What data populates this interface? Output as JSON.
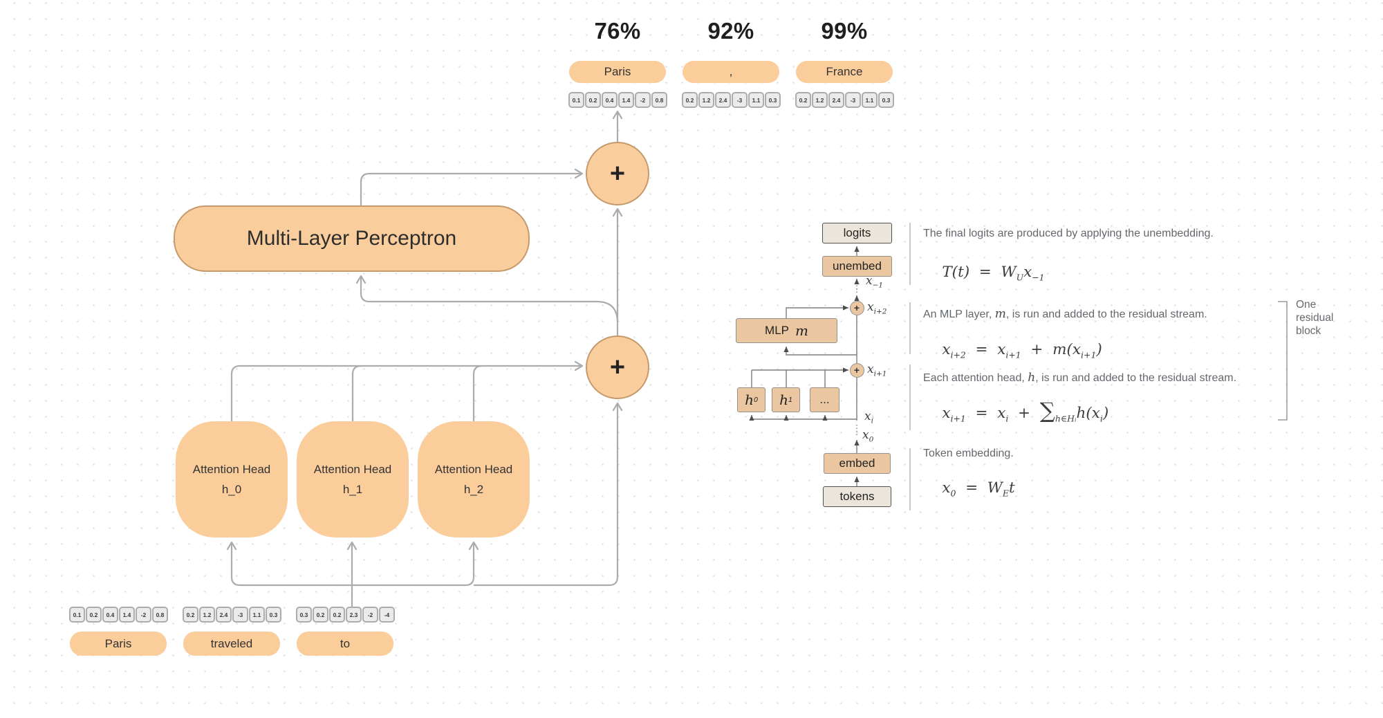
{
  "predictions": [
    {
      "prob": "76%",
      "token": "Paris",
      "cells": [
        "0.1",
        "0.2",
        "0.4",
        "1.4",
        "-2",
        "0.8"
      ]
    },
    {
      "prob": "92%",
      "token": ",",
      "cells": [
        "0.2",
        "1.2",
        "2.4",
        "-3",
        "1.1",
        "0.3"
      ]
    },
    {
      "prob": "99%",
      "token": "France",
      "cells": [
        "0.2",
        "1.2",
        "2.4",
        "-3",
        "1.1",
        "0.3"
      ]
    }
  ],
  "inputs": [
    {
      "token": "Paris",
      "cells": [
        "0.1",
        "0.2",
        "0.4",
        "1.4",
        "-2",
        "0.8"
      ]
    },
    {
      "token": "traveled",
      "cells": [
        "0.2",
        "1.2",
        "2.4",
        "-3",
        "1.1",
        "0.3"
      ]
    },
    {
      "token": "to",
      "cells": [
        "0.3",
        "0.2",
        "0.2",
        "2.3",
        "-2",
        "-4"
      ]
    }
  ],
  "blocks": {
    "plus": "+",
    "mlp_label": "Multi-Layer Perceptron",
    "heads": [
      {
        "line1": "Attention Head",
        "line2": "h_0"
      },
      {
        "line1": "Attention Head",
        "line2": "h_1"
      },
      {
        "line1": "Attention Head",
        "line2": "h_2"
      }
    ]
  },
  "residual_diagram": {
    "plus": "+",
    "boxes": {
      "logits": "logits",
      "unembed": "unembed",
      "mlp": "MLP",
      "mlp_var": "m",
      "h0_t": "h",
      "h0_s": "0",
      "h1_t": "h",
      "h1_s": "1",
      "dots": "...",
      "embed": "embed",
      "tokens": "tokens"
    },
    "stream_labels": {
      "xm1": {
        "t": "x",
        "s": "−1"
      },
      "xi2": {
        "t": "x",
        "s": "i+2"
      },
      "xi1": {
        "t": "x",
        "s": "i+1"
      },
      "xi": {
        "t": "x",
        "s": "i"
      },
      "x0": {
        "t": "x",
        "s": "0"
      }
    },
    "bracket_label": "One residual block"
  },
  "annotations": [
    {
      "pre": "The final logits are produced by applying the unembedding.",
      "var": "",
      "post": "",
      "formula": [
        {
          "t": "T(t)",
          "s": ""
        },
        {
          "t": "  =  ",
          "s": ""
        },
        {
          "t": "W",
          "s": "U"
        },
        {
          "t": "x",
          "s": "−1"
        }
      ]
    },
    {
      "pre": "An MLP layer, ",
      "var": "m",
      "post": ", is run and added to the residual stream.",
      "formula": [
        {
          "t": "x",
          "s": "i+2"
        },
        {
          "t": "  =  ",
          "s": ""
        },
        {
          "t": "x",
          "s": "i+1"
        },
        {
          "t": "  +  ",
          "s": ""
        },
        {
          "t": "m(",
          "s": ""
        },
        {
          "t": "x",
          "s": "i+1"
        },
        {
          "t": ")",
          "s": ""
        }
      ]
    },
    {
      "pre": "Each attention head, ",
      "var": "h",
      "post": ", is run and added to the residual stream.",
      "formula": [
        {
          "t": "x",
          "s": "i+1"
        },
        {
          "t": "  =  ",
          "s": ""
        },
        {
          "t": "x",
          "s": "i"
        },
        {
          "t": "  +  ",
          "s": ""
        },
        {
          "t": "∑",
          "s": "h∈Hᵢ"
        },
        {
          "t": "h(",
          "s": ""
        },
        {
          "t": "x",
          "s": "i"
        },
        {
          "t": ")",
          "s": ""
        }
      ]
    },
    {
      "pre": "Token embedding.",
      "var": "",
      "post": "",
      "formula": [
        {
          "t": "x",
          "s": "0"
        },
        {
          "t": "  =  ",
          "s": ""
        },
        {
          "t": "W",
          "s": "E"
        },
        {
          "t": "t",
          "s": ""
        }
      ]
    }
  ]
}
